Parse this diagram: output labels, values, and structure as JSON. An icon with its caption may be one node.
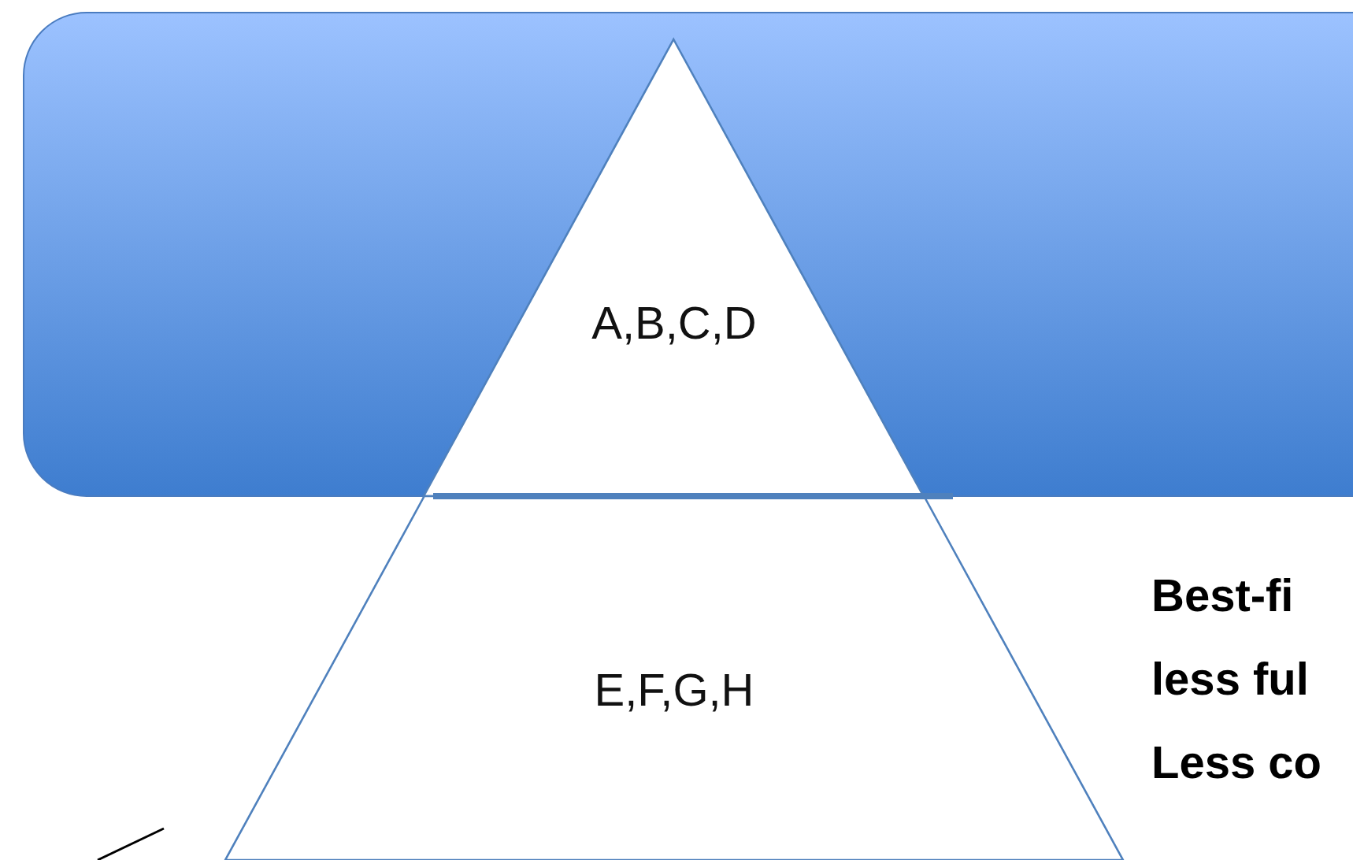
{
  "diagram": {
    "nodes": [
      {
        "text": [
          "A,B,C,D"
        ]
      },
      {
        "text": [
          "E,F,G,H"
        ]
      }
    ],
    "labels": [
      "Best-fi",
      "less ful",
      "Less co"
    ]
  }
}
